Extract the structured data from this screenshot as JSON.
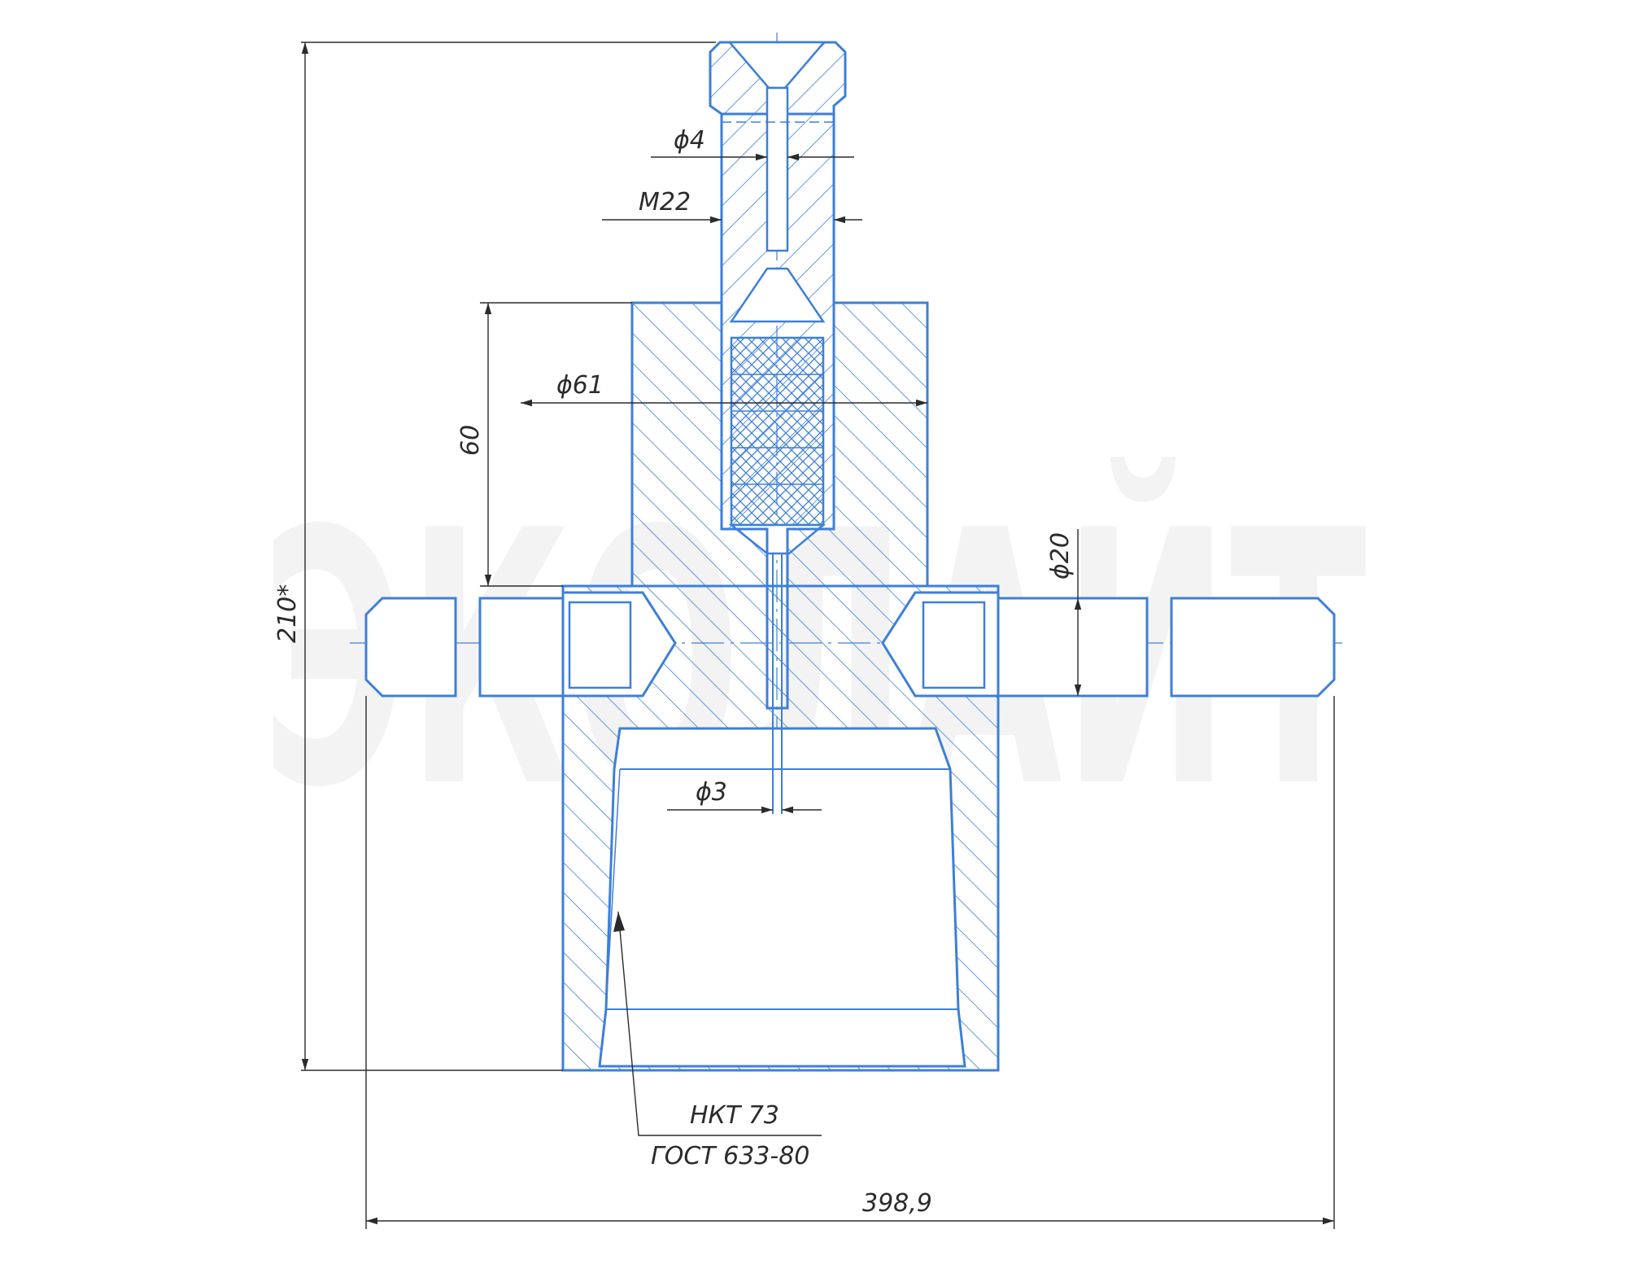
{
  "watermark": "ЭКОЛАЙТ",
  "colors": {
    "part_outline": "#3d7fd9",
    "hatch": "#3d7fd9",
    "dimension": "#2b2b2b",
    "watermark": "#f3f3f3"
  },
  "dimensions": {
    "phi4": "ϕ4",
    "m22": "M22",
    "phi61": "ϕ61",
    "h60": "60",
    "h210": "210*",
    "phi20": "ϕ20",
    "phi3": "ϕ3",
    "w398": "398,9"
  },
  "callout": {
    "line1": "НКТ 73",
    "line2": "ГОСТ 633-80"
  }
}
